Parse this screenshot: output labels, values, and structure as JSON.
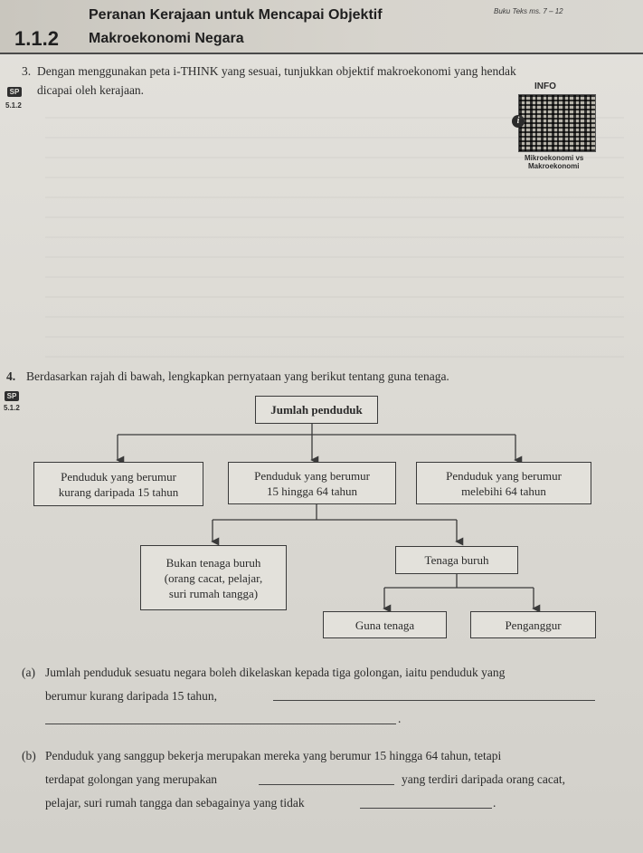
{
  "header": {
    "code": "1.1.2",
    "title_line1": "Peranan Kerajaan untuk Mencapai Objektif",
    "title_line2": "Makroekonomi Negara",
    "book_ref": "Buku Teks ms. 7 – 12"
  },
  "q3": {
    "number": "3.",
    "line1": "Dengan menggunakan peta i-THINK yang sesuai, tunjukkan objektif makroekonomi yang hendak",
    "line2": "dicapai oleh kerajaan.",
    "sp_badge": "SP",
    "sp_code": "5.1.2",
    "info": {
      "label": "INFO",
      "caption_line1": "Mikroekonomi vs",
      "caption_line2": "Makroekonomi"
    }
  },
  "q4": {
    "number": "4.",
    "instruction": "Berdasarkan rajah di bawah, lengkapkan pernyataan yang berikut tentang guna tenaga.",
    "sp_badge": "SP",
    "sp_code": "5.1.2",
    "diagram": {
      "root": "Jumlah penduduk",
      "age_groups": [
        {
          "line1": "Penduduk yang berumur",
          "line2": "kurang daripada 15 tahun"
        },
        {
          "line1": "Penduduk yang berumur",
          "line2": "15 hingga 64 tahun"
        },
        {
          "line1": "Penduduk yang berumur",
          "line2": "melebihi 64 tahun"
        }
      ],
      "not_labour_force": {
        "line1": "Bukan tenaga buruh",
        "line2": "(orang cacat, pelajar,",
        "line3": "suri rumah tangga)"
      },
      "labour_force": "Tenaga buruh",
      "employed": "Guna tenaga",
      "unemployed": "Penganggur"
    },
    "part_a": {
      "label": "(a)",
      "line1": "Jumlah penduduk sesuatu negara boleh dikelaskan kepada tiga golongan, iaitu penduduk yang",
      "line2": "berumur kurang daripada 15 tahun,",
      "end": "."
    },
    "part_b": {
      "label": "(b)",
      "line1": "Penduduk yang sanggup bekerja merupakan mereka yang berumur 15 hingga 64 tahun, tetapi",
      "line2a": "terdapat golongan yang merupakan",
      "line2b": "yang terdiri daripada orang cacat,",
      "line3": "pelajar, suri rumah tangga dan sebagainya yang tidak",
      "end": "."
    }
  }
}
